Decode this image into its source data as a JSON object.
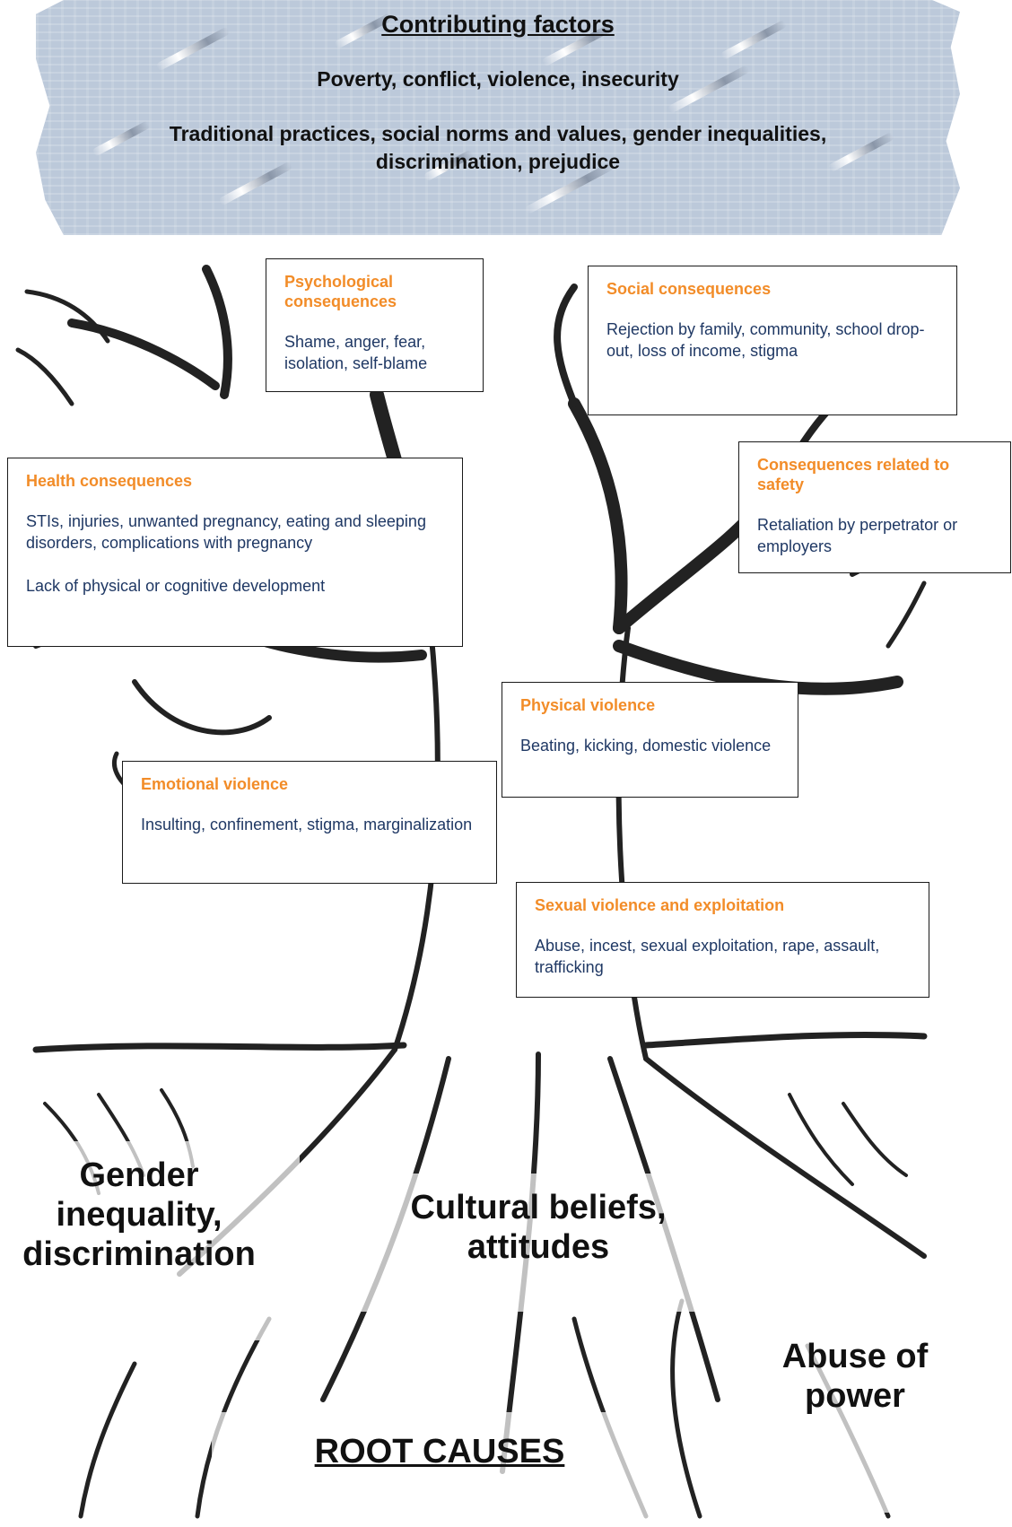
{
  "contributing_factors": {
    "title": "Contributing factors",
    "line1": "Poverty, conflict, violence, insecurity",
    "line2": "Traditional practices, social norms and values, gender inequalities, discrimination, prejudice"
  },
  "boxes": {
    "psychological": {
      "title": "Psychological consequences",
      "text": "Shame, anger, fear, isolation, self-blame"
    },
    "social": {
      "title": "Social consequences",
      "text": "Rejection by family, community, school drop-out, loss of income, stigma"
    },
    "health": {
      "title": "Health consequences",
      "text": "STIs, injuries, unwanted pregnancy, eating and sleeping disorders, complications with pregnancy",
      "text2": "Lack of physical or cognitive development"
    },
    "safety": {
      "title": "Consequences related to safety",
      "text": "Retaliation by perpetrator or employers"
    },
    "physical": {
      "title": "Physical violence",
      "text": "Beating, kicking, domestic violence"
    },
    "emotional": {
      "title": "Emotional violence",
      "text": "Insulting, confinement, stigma, marginalization"
    },
    "sexual": {
      "title": "Sexual violence and exploitation",
      "text": "Abuse, incest, sexual exploitation, rape, assault, trafficking"
    }
  },
  "roots": {
    "gender": "Gender inequality, discrimination",
    "cultural": "Cultural beliefs, attitudes",
    "abuse": "Abuse of power",
    "root_causes": "ROOT CAUSES"
  },
  "colors": {
    "box_title": "#f28c28",
    "box_text": "#1f3864",
    "banner": "#bcc9da"
  }
}
